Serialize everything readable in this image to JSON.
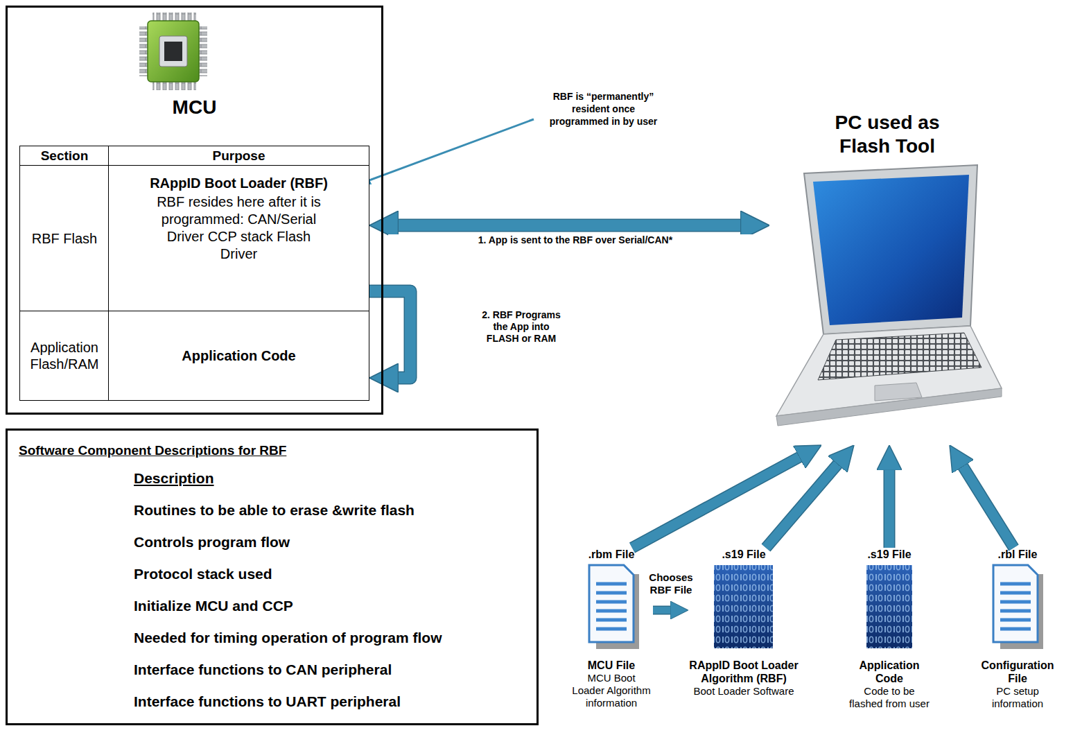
{
  "diagram": {
    "nodes": [
      {
        "text": [
          "MCU"
        ]
      },
      {
        "text": [
          "Section"
        ],
        "in": 0
      },
      {
        "text": [
          "Purpose"
        ],
        "in": 0
      },
      {
        "text": [
          "RBF Flash"
        ],
        "in": 0
      },
      {
        "text": [
          "RAppID Boot Loader (RBF)",
          "RBF resides here after it is programmed: CAN/Serial Driver CCP stack Flash Driver"
        ],
        "in": 0
      },
      {
        "text": [
          "Application Flash/RAM"
        ],
        "in": 0
      },
      {
        "text": [
          "Application Code"
        ],
        "in": 0
      },
      {
        "text": [
          "Software Component Descriptions for RBF",
          "Description",
          "Routines to be able to erase &write flash",
          "Controls program flow",
          "Protocol stack used",
          "Initialize MCU and CCP",
          "Needed for timing operation of program flow",
          "Interface functions to CAN peripheral",
          "Interface functions to UART peripheral"
        ]
      },
      {
        "text": [
          "PC used as Flash Tool"
        ]
      },
      {
        "text": [
          ".rbm File",
          "MCU File",
          "MCU Boot Loader Algorithm information"
        ]
      },
      {
        "text": [
          ".s19 File",
          "RAppID Boot Loader Algorithm (RBF)",
          "Boot Loader Software"
        ]
      },
      {
        "text": [
          ".s19 File",
          "Application Code",
          "Code to be flashed from user"
        ]
      },
      {
        "text": [
          ".rbl File",
          "Configuration File",
          "PC setup information"
        ]
      }
    ],
    "edges": [
      {
        "from": 4,
        "to": 8,
        "arrow": "both",
        "label": "1. App is sent to the RBF over Serial/CAN*"
      },
      {
        "from": 4,
        "to": 6,
        "arrow": "to",
        "label": "2. RBF Programs the App into FLASH or RAM"
      },
      {
        "from": 9,
        "to": 8,
        "arrow": "to"
      },
      {
        "from": 10,
        "to": 8,
        "arrow": "to"
      },
      {
        "from": 11,
        "to": 8,
        "arrow": "to"
      },
      {
        "from": 12,
        "to": 8,
        "arrow": "to"
      },
      {
        "from": 9,
        "to": 10,
        "arrow": "to",
        "label": "Chooses RBF File"
      }
    ],
    "labels": [
      "RBF is “permanently” resident once programmed in by user"
    ]
  }
}
